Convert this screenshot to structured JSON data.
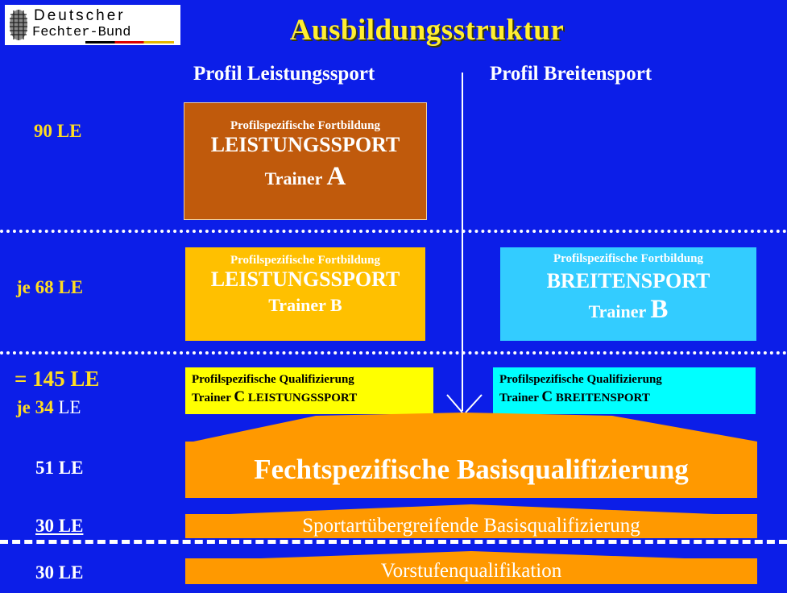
{
  "logo": {
    "line1": "Deutscher",
    "line2": "Fechter-Bund"
  },
  "title": "Ausbildungsstruktur",
  "columns": {
    "left": "Profil Leistungssport",
    "right": "Profil Breitensport"
  },
  "le_labels": {
    "row1": "90 LE",
    "row2": "je 68 LE",
    "row3_total": "= 145 LE",
    "row3_je": "je 34",
    "row3_le": "LE",
    "row4": "51 LE",
    "row5": "30 LE",
    "row6": "30 LE"
  },
  "boxes": {
    "trainer_a": {
      "small": "Profilspezifische Fortbildung",
      "big": "LEISTUNGSSPORT",
      "trainer": "Trainer",
      "level": "A",
      "color": "#c05a0c"
    },
    "trainer_b_leistung": {
      "small": "Profilspezifische Fortbildung",
      "big": "LEISTUNGSSPORT",
      "trainer": "Trainer B",
      "color": "#ffc000"
    },
    "trainer_b_breiten": {
      "small": "Profilspezifische Fortbildung",
      "big": "BREITENSPORT",
      "trainer": "Trainer",
      "level": "B",
      "color": "#33ccff"
    },
    "trainer_c_leistung": {
      "line1": "Profilspezifische Qualifizierung",
      "line2_prefix": "Trainer",
      "line2_level": "C",
      "line2_rest": "LEISTUNGSSPORT",
      "color": "#ffff00"
    },
    "trainer_c_breiten": {
      "line1": "Profilspezifische Qualifizierung",
      "line2_prefix": "Trainer",
      "line2_level": "C",
      "line2_rest": "BREITENSPORT",
      "color": "#00ffff"
    }
  },
  "bars": {
    "fecht": "Fechtspezifische Basisqualifizierung",
    "sportart": "Sportartübergreifende Basisqualifizierung",
    "vorstufe": "Vorstufenqualifikation",
    "color": "#ff9900"
  }
}
